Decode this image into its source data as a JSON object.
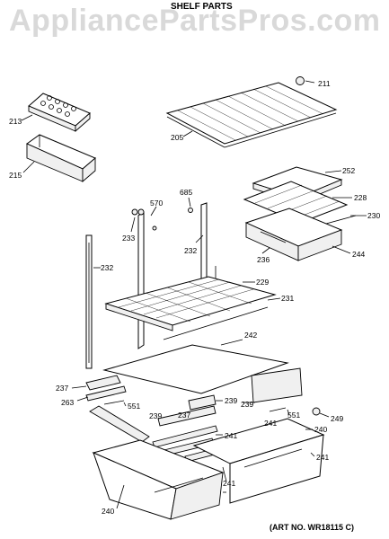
{
  "watermark": "AppliancePartsPros.com",
  "title": "SHELF PARTS",
  "art_number": "(ART NO. WR18115 C)",
  "callouts": {
    "c211": "211",
    "c213": "213",
    "c205": "205",
    "c215": "215",
    "c252": "252",
    "c228": "228",
    "c230": "230",
    "c570": "570",
    "c685": "685",
    "c233": "233",
    "c232a": "232",
    "c232b": "232",
    "c236": "236",
    "c244": "244",
    "c229": "229",
    "c231": "231",
    "c242": "242",
    "c237a": "237",
    "c263": "263",
    "c551a": "551",
    "c239a": "239",
    "c239b": "239",
    "c237b": "237",
    "c239c": "239",
    "c551b": "551",
    "c249": "249",
    "c241a": "241",
    "c241b": "241",
    "c240a": "240",
    "c241c": "241",
    "c241d": "241",
    "c240b": "240"
  }
}
